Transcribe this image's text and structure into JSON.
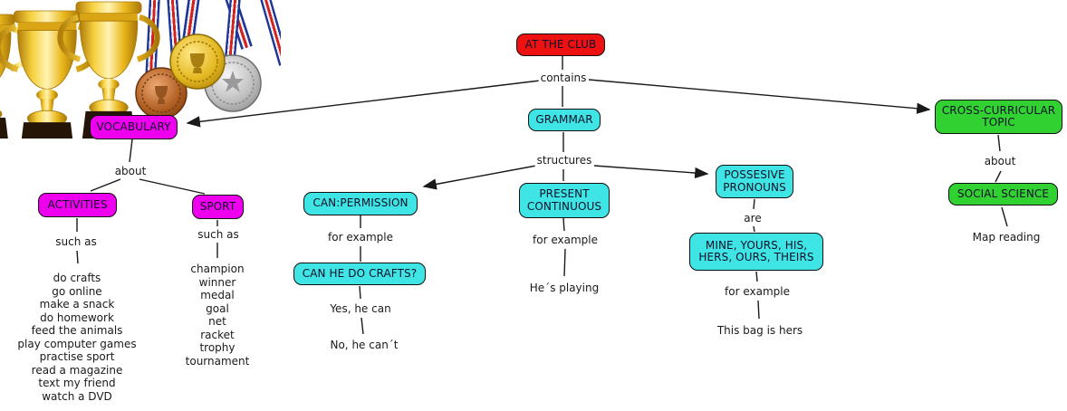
{
  "palette": {
    "red": "#ee1111",
    "cyan": "#3fe5e5",
    "magenta": "#ee00ee",
    "green": "#32d132",
    "line": "#1a1a1a",
    "text": "#111111"
  },
  "nodes": {
    "at_the_club": {
      "label": "AT THE CLUB",
      "color": "red"
    },
    "vocabulary": {
      "label": "VOCABULARY",
      "color": "magenta"
    },
    "grammar": {
      "label": "GRAMMAR",
      "color": "cyan"
    },
    "cross_curricular_topic": {
      "label": "CROSS-CURRICULAR TOPIC",
      "color": "green"
    },
    "activities": {
      "label": "ACTIVITIES",
      "color": "magenta"
    },
    "sport": {
      "label": "SPORT",
      "color": "magenta"
    },
    "can_permission": {
      "label": "CAN:PERMISSION",
      "color": "cyan"
    },
    "present_continuous": {
      "label": "PRESENT CONTINUOUS",
      "color": "cyan"
    },
    "possesive_pronouns": {
      "label": "POSSESIVE PRONOUNS",
      "color": "cyan"
    },
    "can_he_do_crafts": {
      "label": "CAN HE DO CRAFTS?",
      "color": "cyan"
    },
    "mine_yours_his_hers_ours_theirs": {
      "label": "MINE, YOURS, HIS, HERS, OURS, THEIRS",
      "color": "cyan"
    },
    "social_science": {
      "label": "SOCIAL SCIENCE",
      "color": "green"
    }
  },
  "link_labels": {
    "contains": "contains",
    "about_vocabulary": "about",
    "structures": "structures",
    "such_as_activities": "such as",
    "such_as_sport": "such as",
    "for_example_can": "for example",
    "for_example_present": "for example",
    "are": "are",
    "for_example_possessive": "for example",
    "about_topic": "about"
  },
  "examples": {
    "yes_he_can": "Yes, he can",
    "no_he_cant": "No, he can´t",
    "hes_playing": "He´s playing",
    "this_bag_is_hers": "This bag is hers",
    "map_reading": "Map reading"
  },
  "lists": {
    "activities": [
      "do crafts",
      "go online",
      "make a snack",
      "do homework",
      "feed the animals",
      "play computer games",
      "practise sport",
      "read a magazine",
      "text my friend",
      "watch a DVD"
    ],
    "sport": [
      "champion",
      "winner",
      "medal",
      "goal",
      "net",
      "racket",
      "trophy",
      "tournament"
    ]
  },
  "decoration": {
    "icon": "trophies-and-medals-photo"
  }
}
